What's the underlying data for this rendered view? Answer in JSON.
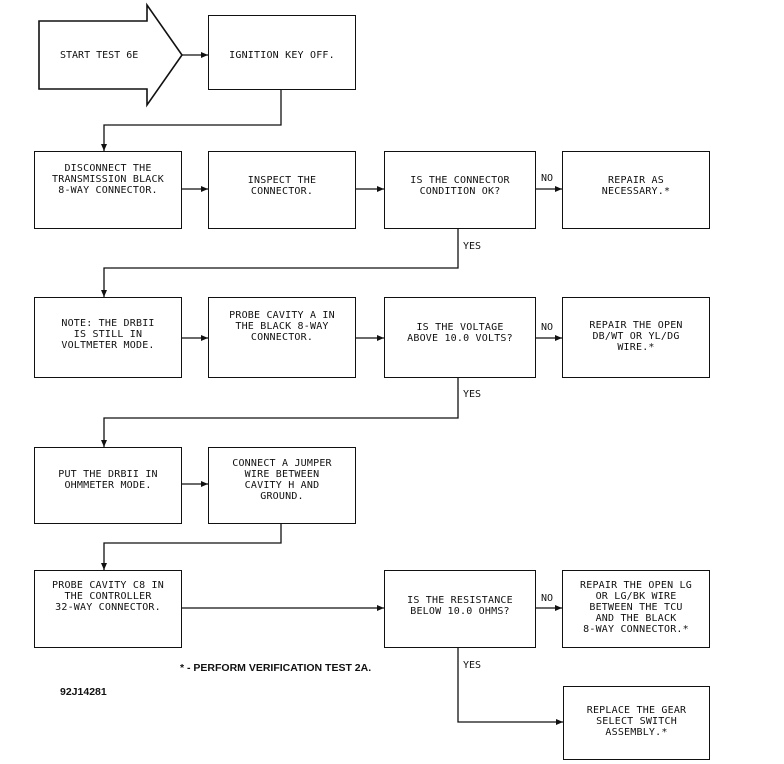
{
  "start": "START TEST 6E",
  "boxes": {
    "ignition": "IGNITION KEY OFF.",
    "disconnect": "DISCONNECT THE\nTRANSMISSION BLACK\n8-WAY CONNECTOR.",
    "inspect": "INSPECT THE\nCONNECTOR.",
    "connector_ok": "IS THE CONNECTOR\nCONDITION OK?",
    "repair_necessary": "REPAIR AS\nNECESSARY.*",
    "note_drbii": "NOTE: THE DRBII\nIS STILL IN\nVOLTMETER MODE.",
    "probe_a": "PROBE CAVITY A IN\nTHE BLACK 8-WAY\nCONNECTOR.",
    "voltage": "IS THE VOLTAGE\nABOVE 10.0 VOLTS?",
    "repair_open_db": "REPAIR THE OPEN\nDB/WT OR YL/DG\nWIRE.*",
    "ohmmeter": "PUT THE DRBII IN\nOHMMETER MODE.",
    "jumper": "CONNECT A JUMPER\nWIRE BETWEEN\nCAVITY H AND\nGROUND.",
    "probe_c8": "PROBE CAVITY C8 IN\nTHE CONTROLLER\n32-WAY CONNECTOR.",
    "resistance": "IS THE RESISTANCE\nBELOW 10.0 OHMS?",
    "repair_open_lg": "REPAIR THE OPEN LG\nOR LG/BK WIRE\nBETWEEN THE TCU\nAND THE BLACK\n8-WAY CONNECTOR.*",
    "replace_switch": "REPLACE THE GEAR\nSELECT SWITCH\nASSEMBLY.*"
  },
  "labels": {
    "no1": "NO",
    "yes1": "YES",
    "no2": "NO",
    "yes2": "YES",
    "no3": "NO",
    "yes3": "YES"
  },
  "footnote": "* - PERFORM VERIFICATION TEST 2A.",
  "figure_id": "92J14281"
}
